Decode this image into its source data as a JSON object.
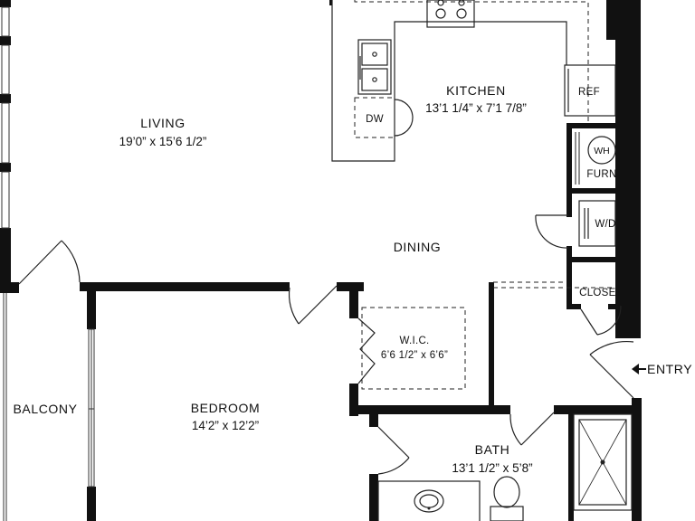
{
  "rooms": {
    "living": {
      "name": "LIVING",
      "dimensions": "19’0” x 15’6 1/2”"
    },
    "kitchen": {
      "name": "KITCHEN",
      "dimensions": "13’1 1/4” x 7’1 7/8”"
    },
    "dining": {
      "name": "DINING"
    },
    "bedroom": {
      "name": "BEDROOM",
      "dimensions": "14’2” x 12’2”"
    },
    "wic": {
      "name": "W.I.C.",
      "dimensions": "6’6 1/2” x 6’6”"
    },
    "bath": {
      "name": "BATH",
      "dimensions": "13’1 1/2” x 5’8”"
    },
    "balcony": {
      "name": "BALCONY"
    }
  },
  "fixtures": {
    "dishwasher": "DW",
    "refrigerator": "REF",
    "water_heater": "WH",
    "furnace": "FURN",
    "washer_dryer": "W/D",
    "closet": "CLOSET"
  },
  "entry": {
    "label": "ENTRY",
    "arrow": "left-arrow-icon"
  }
}
